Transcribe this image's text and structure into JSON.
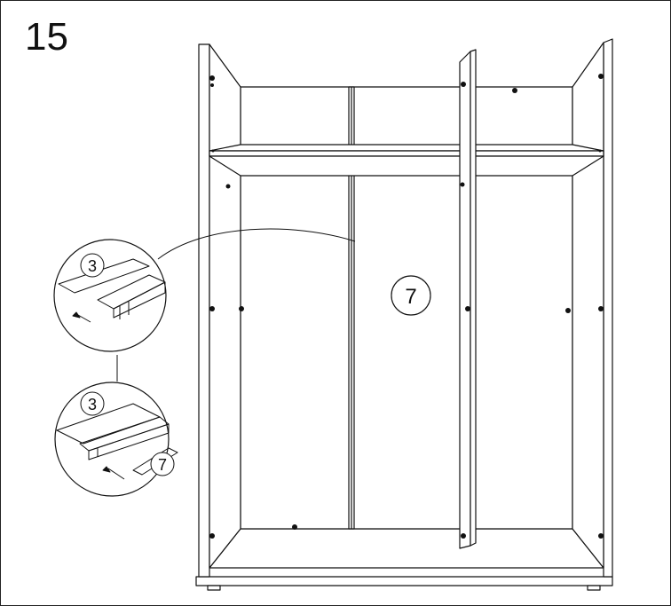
{
  "step": {
    "number": "15"
  },
  "parts": {
    "back_panel": "7",
    "top_detail_shelf": "3",
    "bottom_detail_shelf": "3",
    "bottom_detail_back_panel": "7"
  }
}
